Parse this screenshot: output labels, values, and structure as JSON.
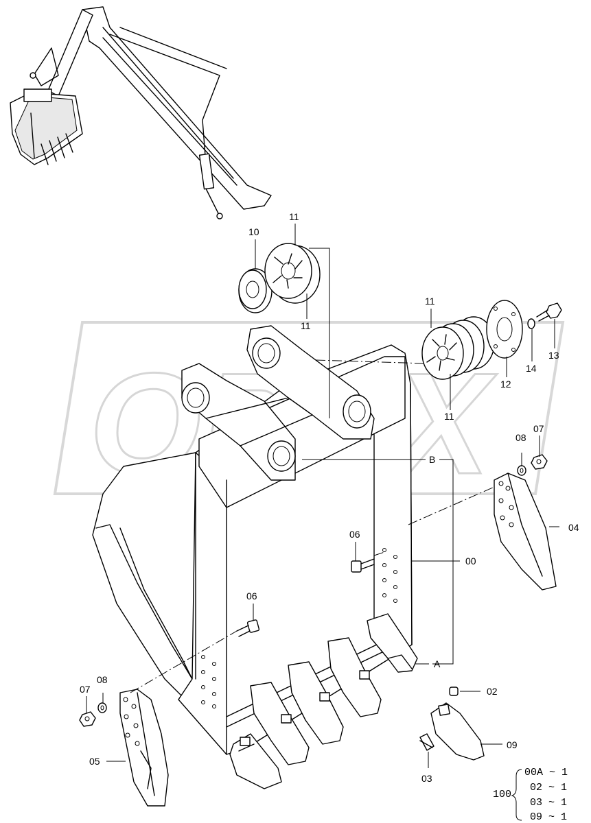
{
  "watermark": {
    "text": "OPEX"
  },
  "parts": {
    "p00": "00",
    "p02": "02",
    "p03": "03",
    "p04": "04",
    "p05": "05",
    "p06a": "06",
    "p06b": "06",
    "p07a": "07",
    "p07b": "07",
    "p08a": "08",
    "p08b": "08",
    "p09": "09",
    "p10": "10",
    "p11a": "11",
    "p11b": "11",
    "p11c": "11",
    "p11d": "11",
    "p12": "12",
    "p13": "13",
    "p14": "14"
  },
  "refs": {
    "A": "A",
    "B": "B"
  },
  "kit": {
    "number": "100",
    "items": [
      "00A ~ 1",
      "02 ~ 1",
      "03 ~ 1",
      "09 ~ 1"
    ]
  }
}
